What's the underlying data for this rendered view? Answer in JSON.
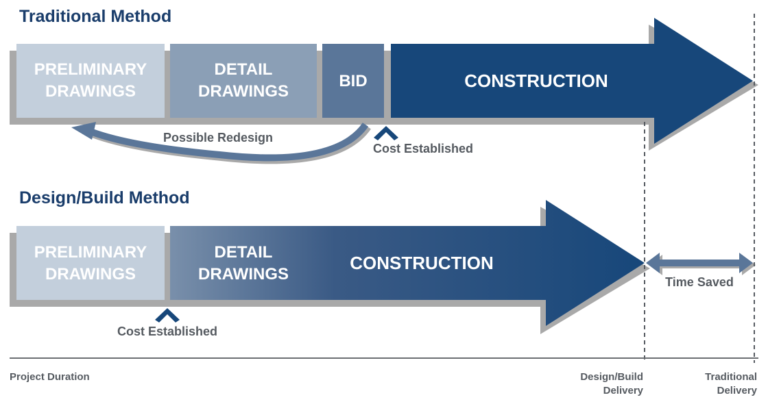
{
  "traditional": {
    "title": "Traditional Method",
    "preliminary": [
      "PRELIMINARY",
      "DRAWINGS"
    ],
    "detail": [
      "DETAIL",
      "DRAWINGS"
    ],
    "bid": "BID",
    "construction": "CONSTRUCTION",
    "redesign_label": "Possible Redesign",
    "cost_label": "Cost Established"
  },
  "design_build": {
    "title": "Design/Build Method",
    "preliminary": [
      "PRELIMINARY",
      "DRAWINGS"
    ],
    "detail": [
      "DETAIL",
      "DRAWINGS"
    ],
    "construction": "CONSTRUCTION",
    "cost_label": "Cost Established",
    "time_saved_label": "Time Saved"
  },
  "axis": {
    "duration_label": "Project Duration",
    "design_build_delivery": [
      "Design/Build",
      "Delivery"
    ],
    "traditional_delivery": [
      "Traditional",
      "Delivery"
    ]
  },
  "colors": {
    "title": "#1a3d6b",
    "preliminary": "#c3cfdc",
    "detail": "#8b9fb6",
    "bid": "#5a7699",
    "construction": "#17477a",
    "shadow": "#a9a9a9",
    "text_gray": "#555a60"
  }
}
